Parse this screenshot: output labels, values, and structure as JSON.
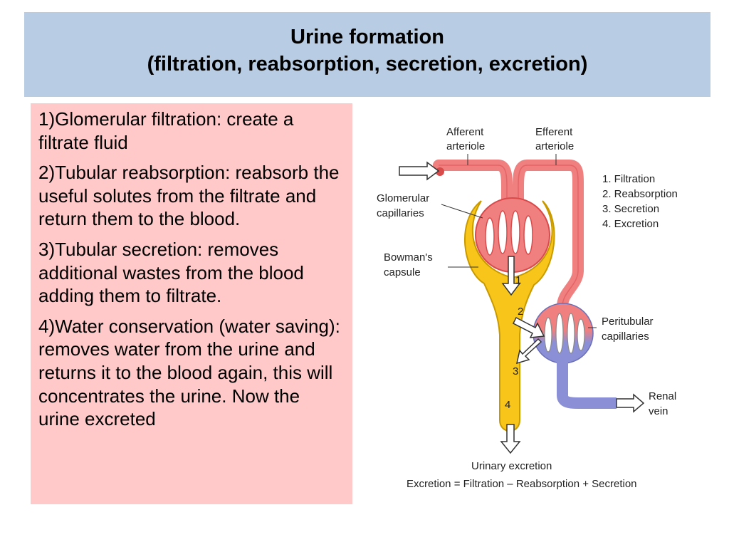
{
  "title": {
    "line1": "Urine formation",
    "line2": "(filtration, reabsorption, secretion, excretion)"
  },
  "steps": [
    "1)Glomerular filtration: create a filtrate fluid",
    "2)Tubular reabsorption: reabsorb the useful solutes from the filtrate and return them to the blood.",
    "3)Tubular secretion: removes additional wastes from the blood adding them to filtrate.",
    "4)Water conservation (water saving): removes water from the urine and returns it to the blood again, this will concentrates the urine. Now the urine excreted"
  ],
  "diagram": {
    "labels": {
      "afferent_1": "Afferent",
      "afferent_2": "arteriole",
      "efferent_1": "Efferent",
      "efferent_2": "arteriole",
      "glomerular_1": "Glomerular",
      "glomerular_2": "capillaries",
      "bowman_1": "Bowman's",
      "bowman_2": "capsule",
      "peritubular_1": "Peritubular",
      "peritubular_2": "capillaries",
      "renal_1": "Renal",
      "renal_2": "vein",
      "urinary": "Urinary excretion",
      "equation": "Excretion = Filtration – Reabsorption + Secretion"
    },
    "legend": [
      "1. Filtration",
      "2. Reabsorption",
      "3. Secretion",
      "4. Excretion"
    ],
    "markers": [
      "1",
      "2",
      "3",
      "4"
    ],
    "colors": {
      "artery": "#f07f7f",
      "artery_dark": "#d94a4a",
      "vein": "#8b8fd6",
      "capsule": "#f8c61a",
      "capsule_dark": "#c99a00"
    }
  }
}
